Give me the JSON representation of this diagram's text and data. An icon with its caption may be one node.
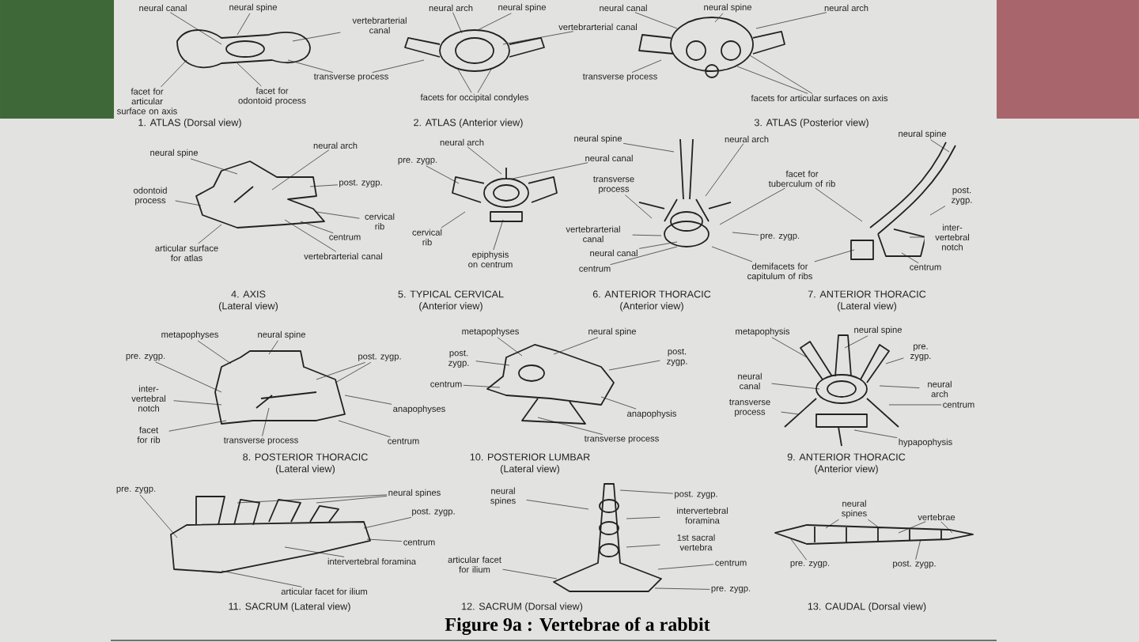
{
  "diagram": {
    "caption": "Figure 9a : Vertebrae of a rabbit",
    "nodes": [
      {
        "text": [
          "neural canal"
        ]
      },
      {
        "text": [
          "neural spine"
        ]
      },
      {
        "text": [
          "vertebrarterial canal"
        ]
      },
      {
        "text": [
          "transverse process"
        ]
      },
      {
        "text": [
          "facet for articular surface on axis"
        ]
      },
      {
        "text": [
          "facet for odontoid process"
        ]
      },
      {
        "text": [
          "neural arch"
        ]
      },
      {
        "text": [
          "neural spine"
        ]
      },
      {
        "text": [
          "vertebrarterial canal"
        ]
      },
      {
        "text": [
          "facets for occipital condyles"
        ]
      },
      {
        "text": [
          "neural canal"
        ]
      },
      {
        "text": [
          "neural spine"
        ]
      },
      {
        "text": [
          "neural arch"
        ]
      },
      {
        "text": [
          "transverse process"
        ]
      },
      {
        "text": [
          "facets for articular surfaces on axis"
        ]
      },
      {
        "text": [
          "neural spine"
        ]
      },
      {
        "text": [
          "neural arch"
        ]
      },
      {
        "text": [
          "odontoid process"
        ]
      },
      {
        "text": [
          "post. zygp."
        ]
      },
      {
        "text": [
          "cervical rib"
        ]
      },
      {
        "text": [
          "centrum"
        ]
      },
      {
        "text": [
          "articular surface for atlas"
        ]
      },
      {
        "text": [
          "vertebrarterial canal"
        ]
      },
      {
        "text": [
          "neural arch"
        ]
      },
      {
        "text": [
          "pre. zygp."
        ]
      },
      {
        "text": [
          "neural spine"
        ]
      },
      {
        "text": [
          "neural canal"
        ]
      },
      {
        "text": [
          "transverse process"
        ]
      },
      {
        "text": [
          "cervical rib"
        ]
      },
      {
        "text": [
          "vertebrarterial canal"
        ]
      },
      {
        "text": [
          "epiphysis on centrum"
        ]
      },
      {
        "text": [
          "neural canal"
        ]
      },
      {
        "text": [
          "centrum"
        ]
      },
      {
        "text": [
          "neural arch"
        ]
      },
      {
        "text": [
          "facet for tuberculum of rib"
        ]
      },
      {
        "text": [
          "pre. zygp."
        ]
      },
      {
        "text": [
          "demifacets for capitulum of ribs"
        ]
      },
      {
        "text": [
          "neural spine"
        ]
      },
      {
        "text": [
          "post. zygp."
        ]
      },
      {
        "text": [
          "inter-vertebral notch"
        ]
      },
      {
        "text": [
          "centrum"
        ]
      },
      {
        "text": [
          "metapophyses"
        ]
      },
      {
        "text": [
          "neural spine"
        ]
      },
      {
        "text": [
          "pre. zygp."
        ]
      },
      {
        "text": [
          "post. zygp."
        ]
      },
      {
        "text": [
          "inter-vertebral notch"
        ]
      },
      {
        "text": [
          "anapophyses"
        ]
      },
      {
        "text": [
          "facet for rib"
        ]
      },
      {
        "text": [
          "transverse process"
        ]
      },
      {
        "text": [
          "centrum"
        ]
      },
      {
        "text": [
          "metapophyses"
        ]
      },
      {
        "text": [
          "neural spine"
        ]
      },
      {
        "text": [
          "post. zygp."
        ]
      },
      {
        "text": [
          "post. zygp."
        ]
      },
      {
        "text": [
          "centrum"
        ]
      },
      {
        "text": [
          "anapophysis"
        ]
      },
      {
        "text": [
          "transverse process"
        ]
      },
      {
        "text": [
          "metapophysis"
        ]
      },
      {
        "text": [
          "neural spine"
        ]
      },
      {
        "text": [
          "pre. zygp."
        ]
      },
      {
        "text": [
          "neural canal"
        ]
      },
      {
        "text": [
          "neural arch"
        ]
      },
      {
        "text": [
          "transverse process"
        ]
      },
      {
        "text": [
          "centrum"
        ]
      },
      {
        "text": [
          "hypapophysis"
        ]
      },
      {
        "text": [
          "pre. zygp."
        ]
      },
      {
        "text": [
          "neural spines"
        ]
      },
      {
        "text": [
          "post. zygp."
        ]
      },
      {
        "text": [
          "centrum"
        ]
      },
      {
        "text": [
          "intervertebral foramina"
        ]
      },
      {
        "text": [
          "articular facet for ilium"
        ]
      },
      {
        "text": [
          "neural spines"
        ]
      },
      {
        "text": [
          "post. zygp."
        ]
      },
      {
        "text": [
          "intervertebral foramina"
        ]
      },
      {
        "text": [
          "1st sacral vertebra"
        ]
      },
      {
        "text": [
          "articular facet for ilium"
        ]
      },
      {
        "text": [
          "centrum"
        ]
      },
      {
        "text": [
          "pre. zygp."
        ]
      },
      {
        "text": [
          "neural spines"
        ]
      },
      {
        "text": [
          "vertebrae"
        ]
      },
      {
        "text": [
          "pre. zygp."
        ]
      },
      {
        "text": [
          "post. zygp."
        ]
      },
      {
        "text": [],
        "shape": "picture"
      },
      {
        "text": [],
        "shape": "picture"
      },
      {
        "text": [],
        "shape": "picture"
      },
      {
        "text": [],
        "shape": "picture"
      },
      {
        "text": [],
        "shape": "picture"
      },
      {
        "text": [],
        "shape": "picture"
      },
      {
        "text": [],
        "shape": "picture"
      },
      {
        "text": [],
        "shape": "picture"
      },
      {
        "text": [],
        "shape": "picture"
      },
      {
        "text": [],
        "shape": "picture"
      },
      {
        "text": [],
        "shape": "picture"
      },
      {
        "text": [],
        "shape": "picture"
      },
      {
        "text": [],
        "shape": "picture"
      }
    ],
    "labels": [
      "1. ATLAS (Dorsal view)",
      "2. ATLAS (Anterior view)",
      "3. ATLAS (Posterior view)",
      "4. AXIS",
      "5. TYPICAL CERVICAL",
      "6. ANTERIOR THORACIC",
      "7. ANTERIOR THORACIC",
      "(Lateral view)",
      "(Anterior view)",
      "(Anterior view)",
      "(Lateral view)",
      "8. POSTERIOR THORACIC",
      "10. POSTERIOR LUMBAR",
      "9. ANTERIOR THORACIC",
      "(Lateral view)",
      "(Lateral view)",
      "(Anterior view)",
      "11. SACRUM (Lateral view)",
      "12. SACRUM (Dorsal view)",
      "13. CAUDAL (Dorsal view)"
    ],
    "edges": [
      {
        "from": 0,
        "to": 82,
        "arrow": "none"
      },
      {
        "from": 1,
        "to": 82,
        "arrow": "none"
      },
      {
        "from": 2,
        "to": 82,
        "arrow": "none"
      },
      {
        "from": 3,
        "to": 82,
        "arrow": "none"
      },
      {
        "from": 3,
        "to": 83,
        "arrow": "none"
      },
      {
        "from": 4,
        "to": 82,
        "arrow": "none"
      },
      {
        "from": 5,
        "to": 82,
        "arrow": "none"
      },
      {
        "from": 6,
        "to": 83,
        "arrow": "none"
      },
      {
        "from": 7,
        "to": 83,
        "arrow": "none"
      },
      {
        "from": 8,
        "to": 83,
        "arrow": "none"
      },
      {
        "from": 9,
        "to": 83,
        "arrow": "none"
      },
      {
        "from": 9,
        "to": 83,
        "arrow": "none"
      },
      {
        "from": 10,
        "to": 84,
        "arrow": "none"
      },
      {
        "from": 11,
        "to": 84,
        "arrow": "none"
      },
      {
        "from": 12,
        "to": 84,
        "arrow": "none"
      },
      {
        "from": 13,
        "to": 84,
        "arrow": "none"
      },
      {
        "from": 14,
        "to": 84,
        "arrow": "none"
      },
      {
        "from": 14,
        "to": 84,
        "arrow": "none"
      },
      {
        "from": 15,
        "to": 85,
        "arrow": "none"
      },
      {
        "from": 16,
        "to": 85,
        "arrow": "none"
      },
      {
        "from": 17,
        "to": 85,
        "arrow": "none"
      },
      {
        "from": 18,
        "to": 85,
        "arrow": "none"
      },
      {
        "from": 19,
        "to": 85,
        "arrow": "none"
      },
      {
        "from": 20,
        "to": 85,
        "arrow": "none"
      },
      {
        "from": 21,
        "to": 85,
        "arrow": "none"
      },
      {
        "from": 22,
        "to": 85,
        "arrow": "none"
      },
      {
        "from": 23,
        "to": 86,
        "arrow": "none"
      },
      {
        "from": 24,
        "to": 86,
        "arrow": "none"
      },
      {
        "from": 25,
        "to": 87,
        "arrow": "none"
      },
      {
        "from": 26,
        "to": 86,
        "arrow": "none"
      },
      {
        "from": 27,
        "to": 87,
        "arrow": "none"
      },
      {
        "from": 28,
        "to": 86,
        "arrow": "none"
      },
      {
        "from": 29,
        "to": 87,
        "arrow": "none"
      },
      {
        "from": 30,
        "to": 86,
        "arrow": "none"
      },
      {
        "from": 31,
        "to": 87,
        "arrow": "none"
      },
      {
        "from": 32,
        "to": 87,
        "arrow": "none"
      },
      {
        "from": 33,
        "to": 87,
        "arrow": "none"
      },
      {
        "from": 34,
        "to": 87,
        "arrow": "none"
      },
      {
        "from": 34,
        "to": 88,
        "arrow": "none"
      },
      {
        "from": 35,
        "to": 87,
        "arrow": "none"
      },
      {
        "from": 36,
        "to": 87,
        "arrow": "none"
      },
      {
        "from": 36,
        "to": 88,
        "arrow": "none"
      },
      {
        "from": 37,
        "to": 88,
        "arrow": "none"
      },
      {
        "from": 38,
        "to": 88,
        "arrow": "none"
      },
      {
        "from": 39,
        "to": 88,
        "arrow": "none"
      },
      {
        "from": 40,
        "to": 88,
        "arrow": "none"
      },
      {
        "from": 41,
        "to": 89,
        "arrow": "none"
      },
      {
        "from": 42,
        "to": 89,
        "arrow": "none"
      },
      {
        "from": 43,
        "to": 89,
        "arrow": "none"
      },
      {
        "from": 44,
        "to": 89,
        "arrow": "none"
      },
      {
        "from": 44,
        "to": 89,
        "arrow": "none"
      },
      {
        "from": 45,
        "to": 89,
        "arrow": "none"
      },
      {
        "from": 46,
        "to": 89,
        "arrow": "none"
      },
      {
        "from": 47,
        "to": 89,
        "arrow": "none"
      },
      {
        "from": 48,
        "to": 89,
        "arrow": "none"
      },
      {
        "from": 49,
        "to": 89,
        "arrow": "none"
      },
      {
        "from": 50,
        "to": 90,
        "arrow": "none"
      },
      {
        "from": 51,
        "to": 90,
        "arrow": "none"
      },
      {
        "from": 52,
        "to": 90,
        "arrow": "none"
      },
      {
        "from": 53,
        "to": 90,
        "arrow": "none"
      },
      {
        "from": 54,
        "to": 90,
        "arrow": "none"
      },
      {
        "from": 55,
        "to": 90,
        "arrow": "none"
      },
      {
        "from": 56,
        "to": 90,
        "arrow": "none"
      },
      {
        "from": 57,
        "to": 91,
        "arrow": "none"
      },
      {
        "from": 58,
        "to": 91,
        "arrow": "none"
      },
      {
        "from": 59,
        "to": 91,
        "arrow": "none"
      },
      {
        "from": 60,
        "to": 91,
        "arrow": "none"
      },
      {
        "from": 61,
        "to": 91,
        "arrow": "none"
      },
      {
        "from": 62,
        "to": 91,
        "arrow": "none"
      },
      {
        "from": 63,
        "to": 91,
        "arrow": "none"
      },
      {
        "from": 64,
        "to": 91,
        "arrow": "none"
      },
      {
        "from": 65,
        "to": 92,
        "arrow": "none"
      },
      {
        "from": 66,
        "to": 92,
        "arrow": "none"
      },
      {
        "from": 66,
        "to": 92,
        "arrow": "none"
      },
      {
        "from": 67,
        "to": 92,
        "arrow": "none"
      },
      {
        "from": 68,
        "to": 92,
        "arrow": "none"
      },
      {
        "from": 69,
        "to": 92,
        "arrow": "none"
      },
      {
        "from": 70,
        "to": 92,
        "arrow": "none"
      },
      {
        "from": 71,
        "to": 93,
        "arrow": "none"
      },
      {
        "from": 72,
        "to": 93,
        "arrow": "none"
      },
      {
        "from": 73,
        "to": 93,
        "arrow": "none"
      },
      {
        "from": 74,
        "to": 93,
        "arrow": "none"
      },
      {
        "from": 75,
        "to": 93,
        "arrow": "none"
      },
      {
        "from": 76,
        "to": 93,
        "arrow": "none"
      },
      {
        "from": 77,
        "to": 93,
        "arrow": "none"
      },
      {
        "from": 78,
        "to": 94,
        "arrow": "none"
      },
      {
        "from": 78,
        "to": 94,
        "arrow": "none"
      },
      {
        "from": 79,
        "to": 94,
        "arrow": "none"
      },
      {
        "from": 79,
        "to": 94,
        "arrow": "none"
      },
      {
        "from": 80,
        "to": 94,
        "arrow": "none"
      },
      {
        "from": 81,
        "to": 94,
        "arrow": "none"
      }
    ]
  }
}
